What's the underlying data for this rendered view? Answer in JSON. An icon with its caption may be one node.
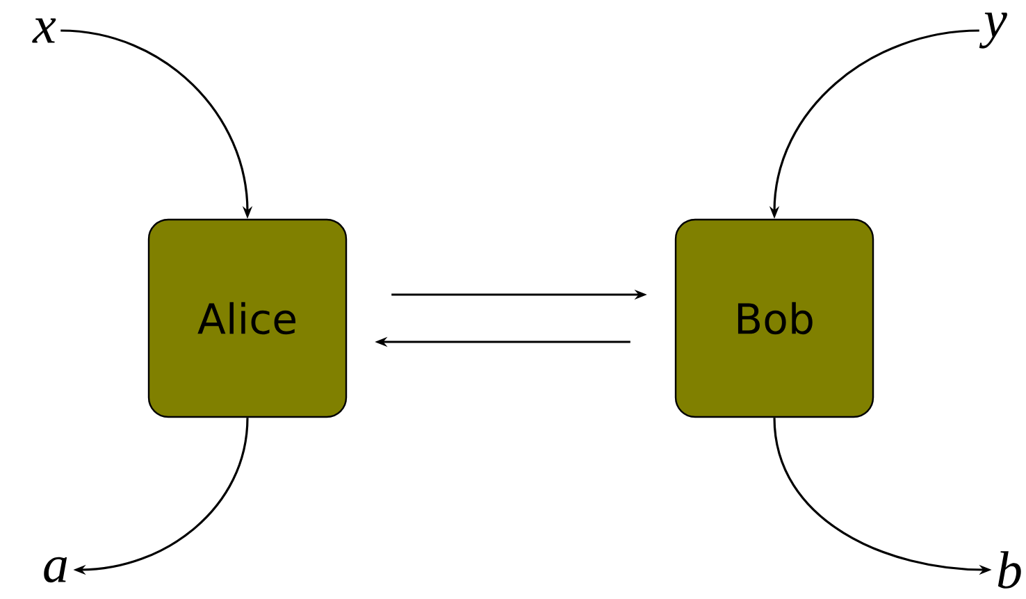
{
  "diagram": {
    "nodes": [
      {
        "text": [
          "x"
        ]
      },
      {
        "text": [
          "y"
        ]
      },
      {
        "text": [
          "Alice"
        ]
      },
      {
        "text": [
          "Bob"
        ]
      },
      {
        "text": [
          "a"
        ]
      },
      {
        "text": [
          "b"
        ]
      }
    ],
    "edges": [
      {
        "from": 0,
        "to": 2,
        "arrow": "to"
      },
      {
        "from": 1,
        "to": 3,
        "arrow": "to"
      },
      {
        "from": 2,
        "to": 3,
        "arrow": "to"
      },
      {
        "from": 3,
        "to": 2,
        "arrow": "to"
      },
      {
        "from": 2,
        "to": 4,
        "arrow": "to"
      },
      {
        "from": 3,
        "to": 5,
        "arrow": "to"
      }
    ]
  }
}
